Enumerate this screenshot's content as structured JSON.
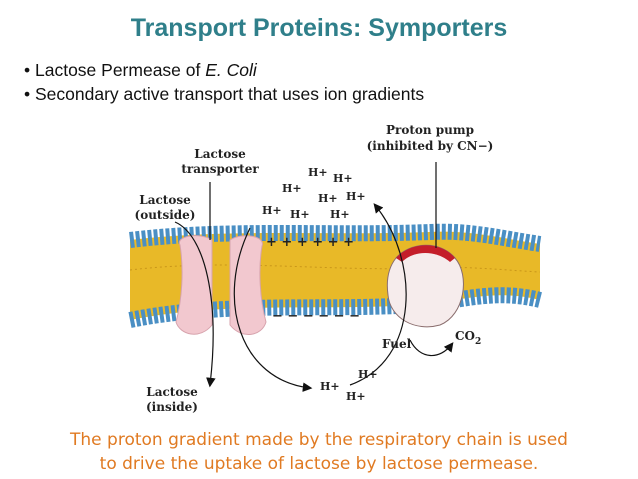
{
  "slide": {
    "title": "Transport Proteins: Symporters",
    "bullets": [
      {
        "text": "Lactose Permease of ",
        "italic": "E. Coli"
      },
      {
        "text": "Secondary active transport that uses ion gradients"
      }
    ],
    "caption_line1": "The proton gradient made by the respiratory chain is used",
    "caption_line2": "to drive the uptake of lactose by lactose permease."
  },
  "diagram": {
    "labels": {
      "lactose_transporter_1": "Lactose",
      "lactose_transporter_2": "transporter",
      "lactose_outside_1": "Lactose",
      "lactose_outside_2": "(outside)",
      "lactose_inside_1": "Lactose",
      "lactose_inside_2": "(inside)",
      "proton_pump_1": "Proton pump",
      "proton_pump_2": "(inhibited by CN−)",
      "fuel": "Fuel",
      "co2": "CO",
      "co2_sub": "2",
      "plus_charges": "+ + + + + +",
      "minus_charges": "− − − − − −",
      "h_plus": "H+"
    },
    "colors": {
      "membrane_head": "#4a8fc4",
      "membrane_tail": "#e8b928",
      "transporter": "#f2c8cf",
      "pump": "#f6ecec",
      "pump_cap": "#c41e2a",
      "title": "#2f7f8a",
      "caption": "#e07a22"
    }
  }
}
